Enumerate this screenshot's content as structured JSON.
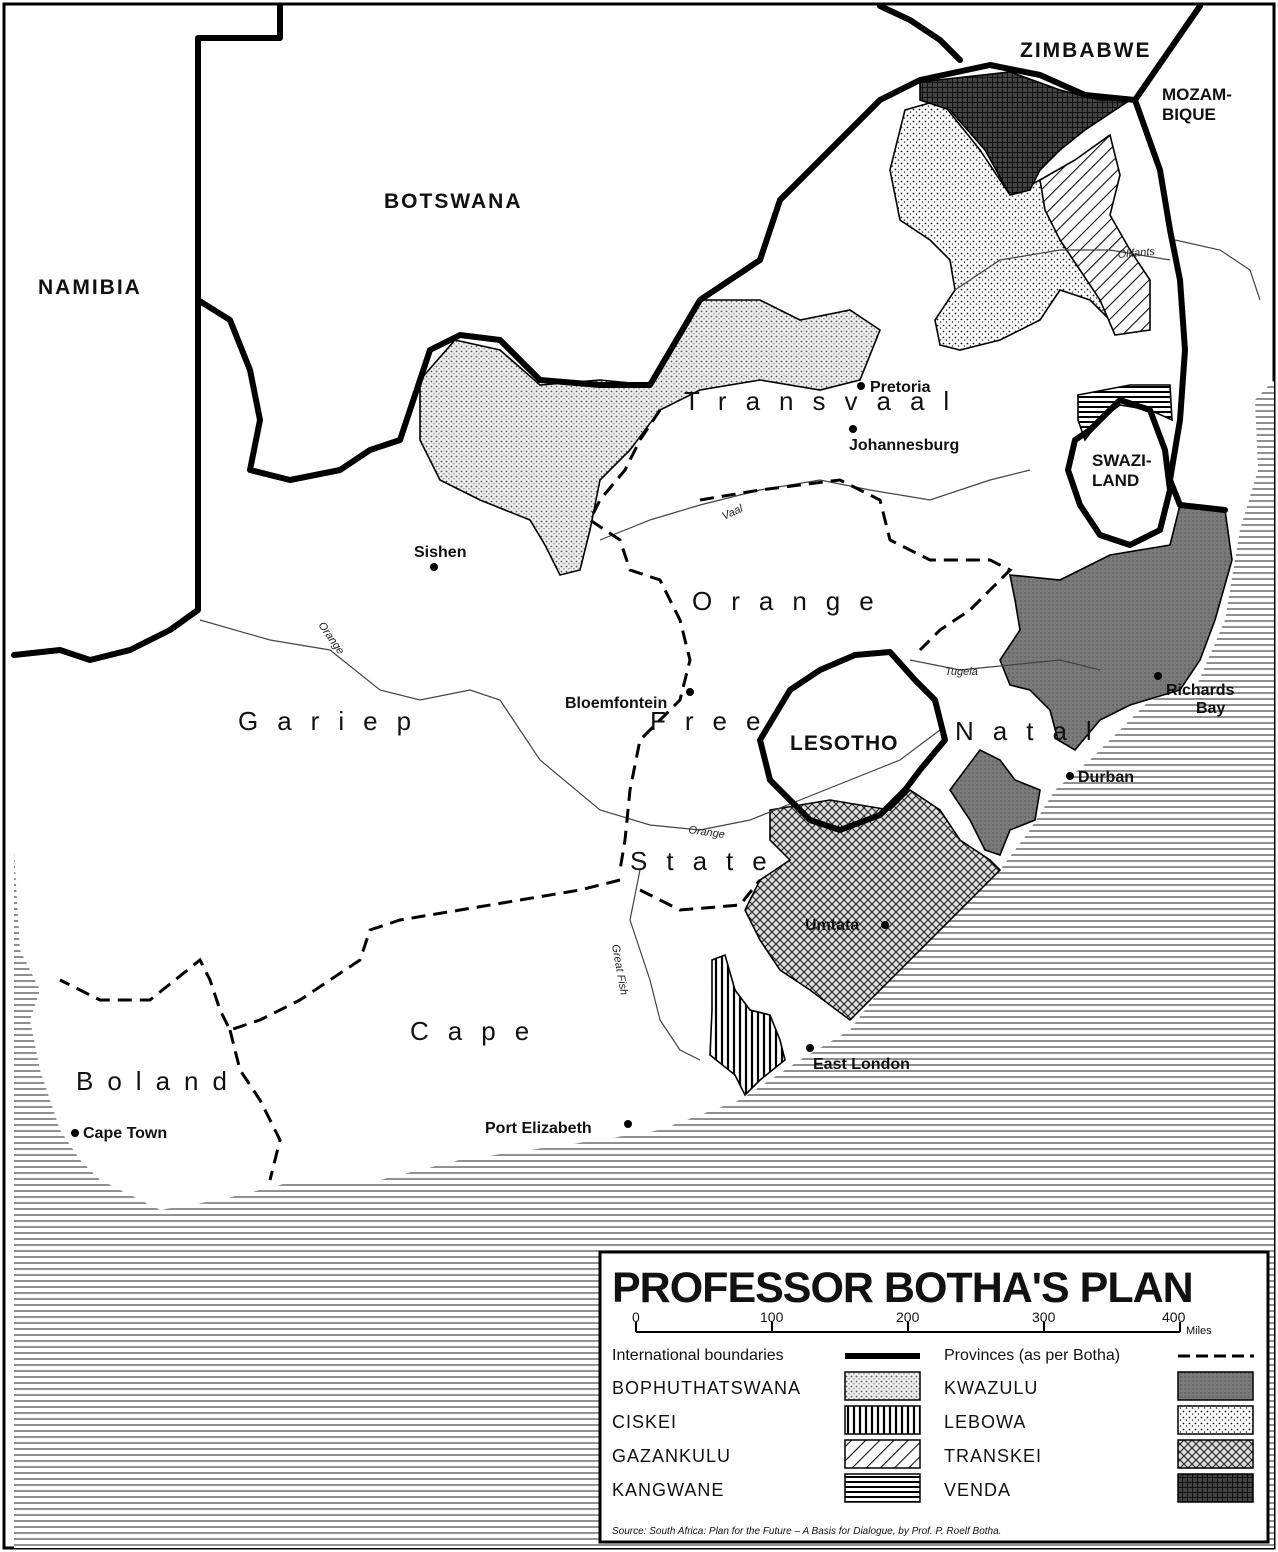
{
  "title": "PROFESSOR BOTHA'S PLAN",
  "countries": {
    "namibia": "NAMIBIA",
    "botswana": "BOTSWANA",
    "zimbabwe": "ZIMBABWE",
    "mozambique_1": "MOZAM-",
    "mozambique_2": "BIQUE",
    "swaziland_1": "SWAZI-",
    "swaziland_2": "LAND",
    "lesotho": "LESOTHO"
  },
  "provinces": {
    "transvaal": "Transvaal",
    "orange": "Orange",
    "free": "Free",
    "state": "State",
    "gariep": "Gariep",
    "natal": "Natal",
    "cape": "Cape",
    "boland": "Boland"
  },
  "cities": {
    "pretoria": "Pretoria",
    "johannesburg": "Johannesburg",
    "sishen": "Sishen",
    "bloemfontein": "Bloemfontein",
    "richards_1": "Richards",
    "richards_2": "Bay",
    "durban": "Durban",
    "umtata": "Umtata",
    "east_london": "East London",
    "port_elizabeth": "Port Elizabeth",
    "cape_town": "Cape Town"
  },
  "rivers": {
    "vaal": "Vaal",
    "orange_upper": "Orange",
    "orange_lower": "Orange",
    "tugela": "Tugela",
    "olifants": "Olifants",
    "great_fish": "Great Fish"
  },
  "scale": {
    "ticks": [
      "0",
      "100",
      "200",
      "300",
      "400"
    ],
    "unit": "Miles"
  },
  "legend": {
    "international_boundaries": "International boundaries",
    "provinces": "Provinces (as per Botha)",
    "homelands": [
      {
        "label": "BOPHUTHATSWANA",
        "pattern": "stipple-fine"
      },
      {
        "label": "CISKEI",
        "pattern": "vertical-lines"
      },
      {
        "label": "GAZANKULU",
        "pattern": "diagonal-hatch"
      },
      {
        "label": "KANGWANE",
        "pattern": "horizontal-lines"
      },
      {
        "label": "KWAZULU",
        "pattern": "dark-tone"
      },
      {
        "label": "LEBOWA",
        "pattern": "stipple-coarse"
      },
      {
        "label": "TRANSKEI",
        "pattern": "crosshatch"
      },
      {
        "label": "VENDA",
        "pattern": "dark-grid"
      }
    ]
  },
  "source": "Source: South Africa: Plan for the Future – A Basis for Dialogue, by Prof. P. Roelf Botha."
}
